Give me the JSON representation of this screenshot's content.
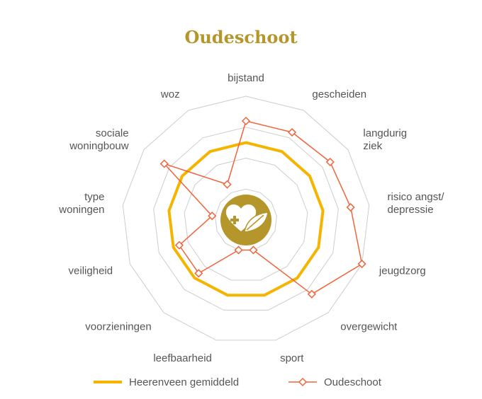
{
  "chart_data": {
    "type": "radar",
    "title": "Oudeschoot",
    "categories": [
      "bijstand",
      "gescheiden",
      "langdurig ziek",
      "risico angst/ depressie",
      "jeugdzorg",
      "overgewicht",
      "sport",
      "leefbaarheid",
      "voorzieningen",
      "veiligheid",
      "type woningen",
      "sociale woningbouw",
      "woz"
    ],
    "label_lines": [
      [
        "bijstand"
      ],
      [
        "gescheiden"
      ],
      [
        "langdurig",
        "ziek"
      ],
      [
        "risico angst/",
        "depressie"
      ],
      [
        "jeugdzorg"
      ],
      [
        "overgewicht"
      ],
      [
        "sport"
      ],
      [
        "leefbaarheid"
      ],
      [
        "voorzieningen"
      ],
      [
        "veiligheid"
      ],
      [
        "type",
        "woningen"
      ],
      [
        "sociale",
        "woningbouw"
      ],
      [
        "woz"
      ]
    ],
    "rmax": 4,
    "grid_levels": 4,
    "series": [
      {
        "name": "Heerenveen gemiddeld",
        "color": "#f5b400",
        "values": [
          2.5,
          2.5,
          2.5,
          2.5,
          2.5,
          2.5,
          2.5,
          2.5,
          2.5,
          2.5,
          2.5,
          2.5,
          2.5
        ]
      },
      {
        "name": "Oudeschoot",
        "color": "#f0643c",
        "values": [
          3.2,
          3.2,
          3.3,
          3.4,
          4.0,
          3.2,
          1.0,
          1.0,
          2.3,
          2.3,
          1.1,
          3.2,
          1.3
        ]
      }
    ],
    "legend_position": "bottom"
  },
  "colors": {
    "title": "#b5962a",
    "icon_circle": "#b5962a",
    "grid": "#cccccc"
  },
  "icon": "heart-plus-leaf-icon"
}
